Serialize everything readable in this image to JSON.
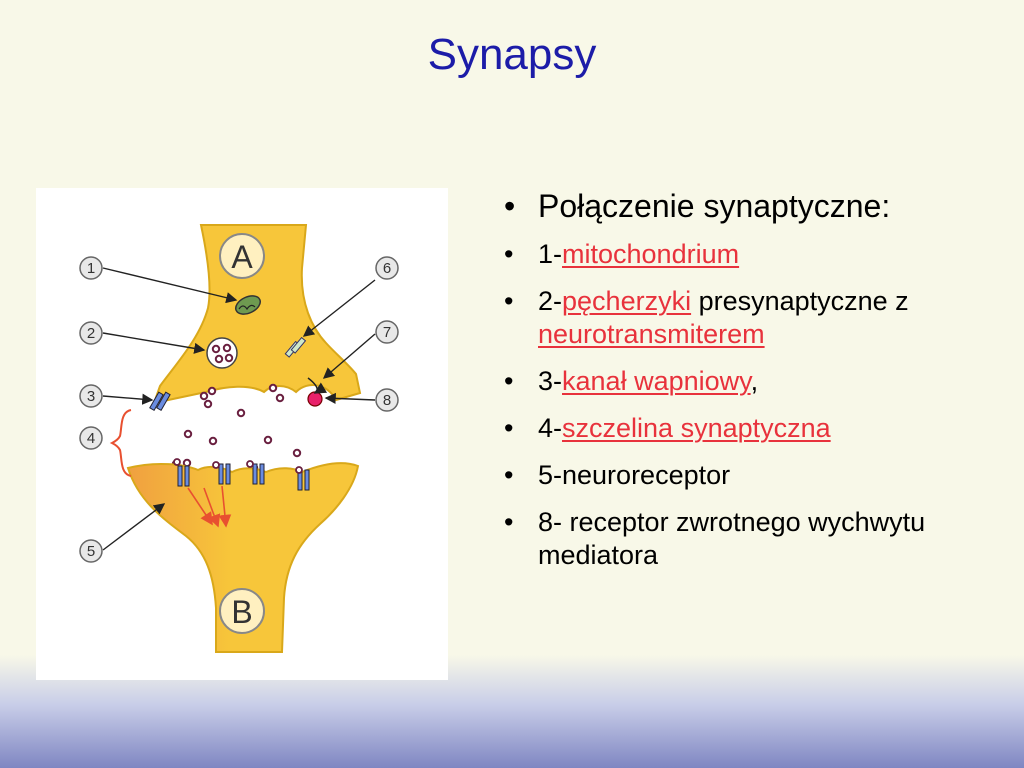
{
  "title": "Synapsy",
  "diagram": {
    "neuron_a_label": "A",
    "neuron_b_label": "B",
    "callouts": [
      "1",
      "2",
      "3",
      "4",
      "5",
      "6",
      "7",
      "8"
    ]
  },
  "bullets": {
    "heading": "Połączenie synaptyczne:",
    "item1": {
      "prefix": "1-",
      "term": "mitochondrium"
    },
    "item2": {
      "prefix": "2-",
      "term": "pęcherzyki",
      "rest": " presynaptyczne z ",
      "term2": "neurotransmiterem"
    },
    "item3": {
      "prefix": "3-",
      "term": "kanał wapniowy",
      "suffix": ","
    },
    "item4": {
      "prefix": "4-",
      "term": "szczelina synaptyczna"
    },
    "item5": {
      "text": "5-neuroreceptor"
    },
    "item8": {
      "text": "8- receptor zwrotnego wychwytu mediatora"
    }
  },
  "colors": {
    "title": "#1c1ca8",
    "term": "#e8323c",
    "neuron_fill": "#f7c63a",
    "neuron_stroke": "#d9a81a"
  }
}
